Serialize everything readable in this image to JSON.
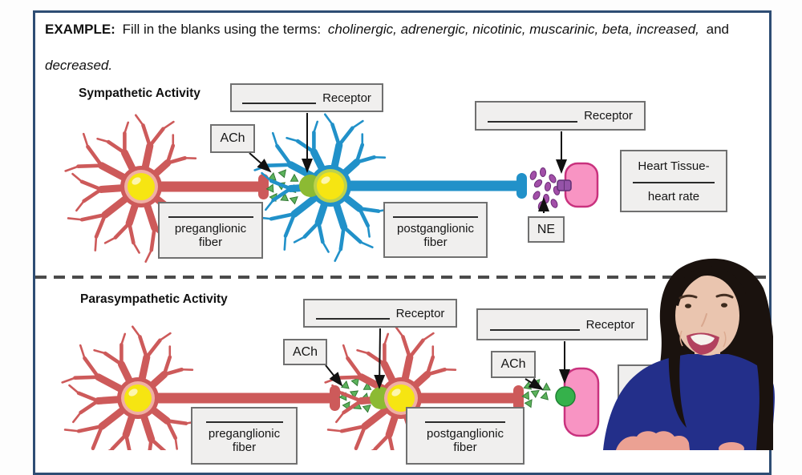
{
  "example": {
    "label": "EXAMPLE:",
    "intro": "Fill in the blanks using the terms:",
    "terms_italic": "cholinergic, adrenergic, nicotinic, muscarinic, beta, increased,",
    "conjunction": "and",
    "last_term_italic": "decreased."
  },
  "sympathetic": {
    "heading": "Sympathetic Activity",
    "receptor1_label": "Receptor",
    "receptor2_label": "Receptor",
    "ach_label": "ACh",
    "ne_label": "NE",
    "heart_box": {
      "line1": "Heart Tissue-",
      "line2": "heart rate"
    },
    "pre_box": {
      "word1": "preganglionic",
      "word2": "fiber"
    },
    "post_box": {
      "word1": "postganglionic",
      "word2": "fiber"
    }
  },
  "parasympathetic": {
    "heading": "Parasympathetic Activity",
    "receptor1_label": "Receptor",
    "receptor2_label": "Receptor",
    "ach1_label": "ACh",
    "ach2_label": "ACh",
    "pre_box": {
      "word1": "preganglionic",
      "word2": "fiber"
    },
    "post_box": {
      "word1": "postganglionic",
      "word2": "fiber"
    }
  },
  "colors": {
    "frame_navy": "#2e4d74",
    "neuron_red": "#cd5a5a",
    "neuron_blue": "#2191c9",
    "nucleus_yellow": "#f6e512",
    "nucleus_highlight": "#fdf6ad",
    "ring_red": "#f0afa4",
    "ring_blue": "#bdd24b",
    "synapse_green": "#5cb35c",
    "synapse_green_stroke": "#337a36",
    "crescent_green": "#8cba33",
    "ne_purple": "#a24fa8",
    "ne_purple_stroke": "#6c2d78",
    "purple_receptor": "#9553a8",
    "purple_receptor_stroke": "#5f3172",
    "tissue_pink": "#f894c3",
    "tissue_pink_stroke": "#c9327e",
    "green_receptor": "#35b14b",
    "arrow_black": "#111111",
    "dash_gray": "#4b4b4b",
    "hair_dark": "#1a120e",
    "skin": "#eac5af",
    "lips": "#b2415e",
    "shirt_navy": "#232f8a"
  }
}
